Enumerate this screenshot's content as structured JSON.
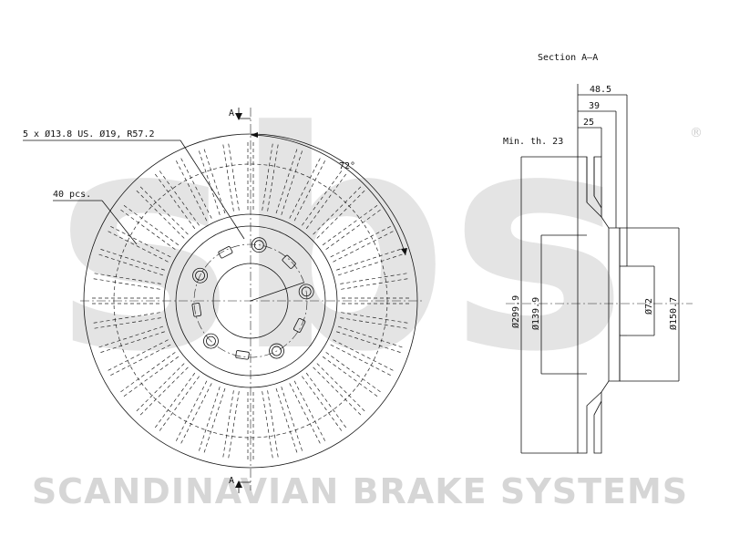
{
  "watermark": {
    "logo_text": "sbs",
    "registered_mark": "®",
    "brand_text": "SCANDINAVIAN BRAKE SYSTEMS",
    "color": "#d6d6d6"
  },
  "front_view": {
    "section_mark_top": "A",
    "section_mark_bottom": "A",
    "bolt_callout": "5 x Ø13.8 US. Ø19, R57.2",
    "vanes_callout": "40 pcs.",
    "angle_label": "72°",
    "bolt_hole_count": 5,
    "vane_count": 40
  },
  "section_view": {
    "title": "Section A–A",
    "min_thickness_label": "Min. th. 23",
    "dim_overall_height": "48.5",
    "dim_hat_height": "39",
    "dim_disc_thickness": "25",
    "dia_outer": "Ø299.9",
    "dia_hat": "Ø139.9",
    "dia_centre_bore": "Ø72",
    "dia_hub_face": "Ø150.7"
  }
}
